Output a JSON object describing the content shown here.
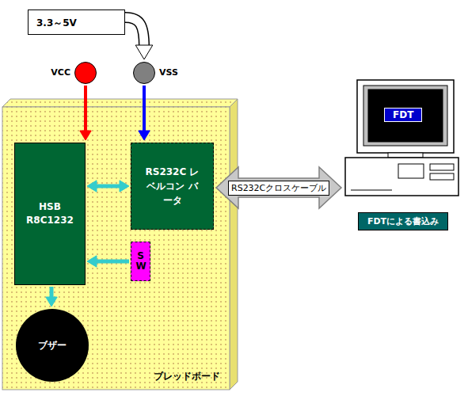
{
  "diagram": {
    "nodes": [
      {
        "text": [
          "ブレッドボード"
        ]
      },
      {
        "text": [
          "3.3～5V"
        ]
      },
      {
        "text": [
          "VCC"
        ]
      },
      {
        "text": [
          "VSS"
        ]
      },
      {
        "text": [
          "HSB R8C1232"
        ],
        "in": 0
      },
      {
        "text": [
          "RS232C レベルコン バータ"
        ],
        "in": 0
      },
      {
        "text": [
          "S W"
        ],
        "in": 0
      },
      {
        "text": [
          "ブザー"
        ],
        "in": 0
      },
      {
        "text": [
          "FDT"
        ]
      },
      {
        "text": [
          "FDTによる書込み"
        ]
      }
    ],
    "edges": [
      {
        "from": 1,
        "to": 3,
        "arrow": "to"
      },
      {
        "from": 2,
        "to": 4,
        "arrow": "to"
      },
      {
        "from": 3,
        "to": 5,
        "arrow": "to"
      },
      {
        "from": 4,
        "to": 5,
        "arrow": "both"
      },
      {
        "from": 6,
        "to": 4,
        "arrow": "to"
      },
      {
        "from": 4,
        "to": 7,
        "arrow": "to"
      },
      {
        "from": 5,
        "to": 8,
        "label": "RS232Cクロスケーブル",
        "arrow": "both"
      }
    ]
  }
}
